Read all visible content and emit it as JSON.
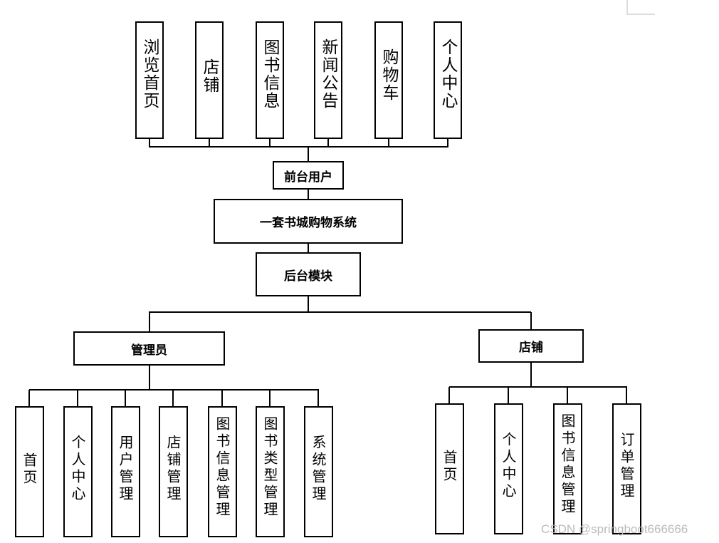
{
  "diagram": {
    "front_user": "前台用户",
    "system": "一套书城购物系统",
    "backend": "后台模块",
    "front_items": [
      "浏览首页",
      "店铺",
      "图书信息",
      "新闻公告",
      "购物车",
      "个人中心"
    ],
    "admin": {
      "label": "管理员",
      "items": [
        "首页",
        "个人中心",
        "用户管理",
        "店铺管理",
        "图书信息管理",
        "图书类型管理",
        "系统管理"
      ]
    },
    "store": {
      "label": "店铺",
      "items": [
        "首页",
        "个人中心",
        "图书信息管理",
        "订单管理"
      ]
    }
  },
  "watermark": "CSDN @springboot666666"
}
